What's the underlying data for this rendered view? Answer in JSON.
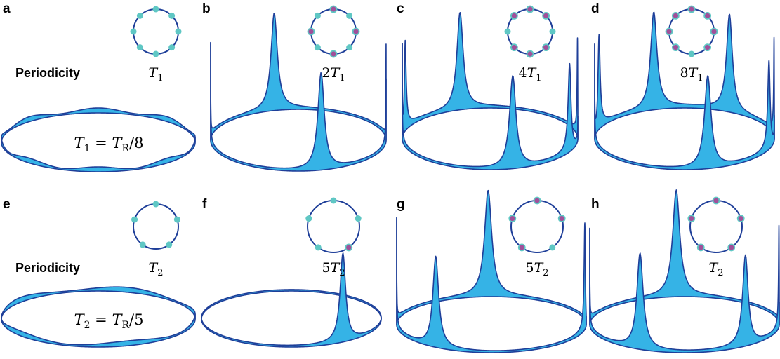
{
  "row_labels": [
    "Periodicity",
    "Periodicity"
  ],
  "colors": {
    "ring": "#1f3f99",
    "fill": "#35b3e6",
    "dot_teal": "#5fc7c4",
    "dot_magenta": "#a0509a"
  },
  "panels": [
    {
      "id": "a",
      "label": "a",
      "period": {
        "prefix": "",
        "var": "T",
        "sub": "1"
      },
      "equation": {
        "lhs_sub": "1",
        "rhs": "R",
        "div": "/8"
      },
      "dots": [
        0,
        0,
        0,
        0,
        0,
        0,
        0,
        0
      ],
      "ripple": {
        "n": 8,
        "amp": 5
      },
      "peaks": []
    },
    {
      "id": "b",
      "label": "b",
      "period": {
        "prefix": "2",
        "var": "T",
        "sub": "1"
      },
      "dots": [
        1,
        0,
        1,
        0,
        1,
        0,
        1,
        0
      ],
      "peaks": [
        [
          180,
          1.0
        ],
        [
          254,
          1.0
        ],
        [
          75,
          1.0
        ],
        [
          2,
          1.0
        ]
      ]
    },
    {
      "id": "c",
      "label": "c",
      "period": {
        "prefix": "4",
        "var": "T",
        "sub": "1"
      },
      "dots": [
        1,
        1,
        0,
        1,
        1,
        1,
        0,
        1
      ],
      "peaks": [
        [
          180,
          0.95
        ],
        [
          195,
          0.9
        ],
        [
          250,
          1.0
        ],
        [
          75,
          0.95
        ],
        [
          25,
          0.9
        ],
        [
          355,
          1.0
        ]
      ]
    },
    {
      "id": "d",
      "label": "d",
      "period": {
        "prefix": "8",
        "var": "T",
        "sub": "1"
      },
      "dots": [
        1,
        1,
        1,
        1,
        0,
        1,
        1,
        1
      ],
      "peaks": [
        [
          180,
          0.95
        ],
        [
          198,
          0.95
        ],
        [
          250,
          1.0
        ],
        [
          75,
          0.95
        ],
        [
          300,
          1.0
        ],
        [
          20,
          0.9
        ],
        [
          355,
          1.0
        ]
      ]
    },
    {
      "id": "e",
      "label": "e",
      "period": {
        "prefix": "",
        "var": "T",
        "sub": "2"
      },
      "equation": {
        "lhs_sub": "2",
        "rhs": "R",
        "div": "/5"
      },
      "dots": [
        0,
        0,
        0,
        0,
        0
      ],
      "ripple": {
        "n": 5,
        "amp": 5
      },
      "peaks": []
    },
    {
      "id": "f",
      "label": "f",
      "period": {
        "prefix": "5",
        "var": "T",
        "sub": "2"
      },
      "dots": [
        0,
        0,
        1,
        0,
        0
      ],
      "peaks": [
        [
          55,
          1.0
        ]
      ]
    },
    {
      "id": "g",
      "label": "g",
      "period": {
        "prefix": "5",
        "var": "T",
        "sub": "2"
      },
      "dots": [
        1,
        1,
        0,
        1,
        1
      ],
      "peaks": [
        [
          180,
          1.0
        ],
        [
          126,
          0.85
        ],
        [
          268,
          1.0
        ],
        [
          10,
          1.0
        ]
      ]
    },
    {
      "id": "h",
      "label": "h",
      "period": {
        "prefix": "",
        "var": "T",
        "sub": "2"
      },
      "dots": [
        1,
        1,
        1,
        1,
        1
      ],
      "peaks": [
        [
          180,
          0.9
        ],
        [
          118,
          0.9
        ],
        [
          265,
          1.0
        ],
        [
          50,
          0.85
        ],
        [
          5,
          0.95
        ]
      ]
    }
  ]
}
